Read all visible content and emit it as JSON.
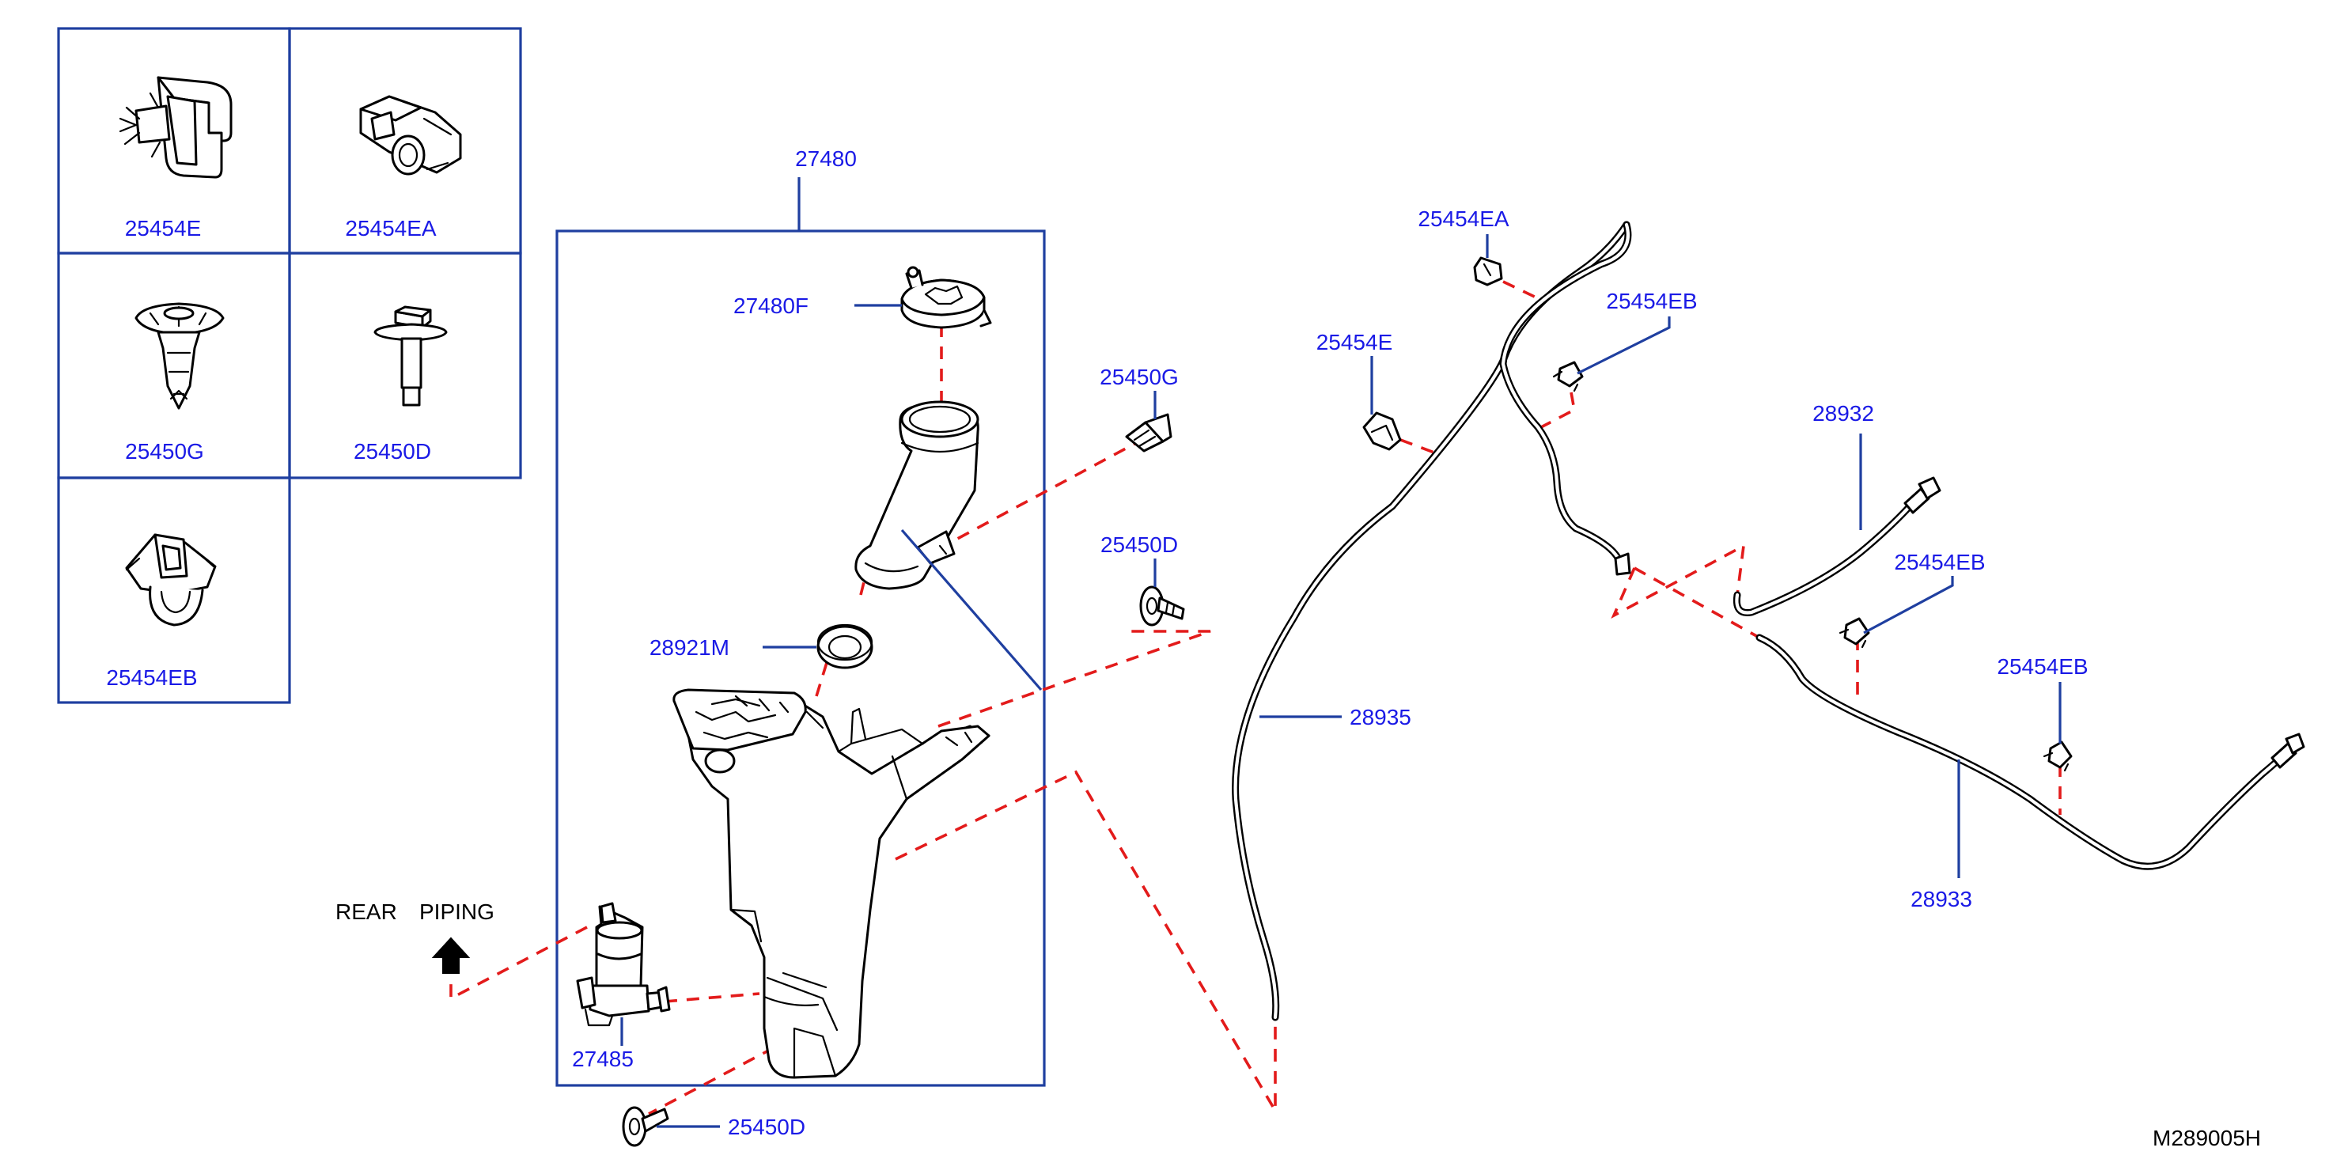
{
  "diagram_code": "M289005H",
  "colors": {
    "label": "#1a1ae6",
    "frame": "#1f3fa0",
    "dashed_leader": "#e31b1b",
    "part_line": "#000000"
  },
  "inset_parts": [
    {
      "id": "inset-25454E",
      "part_number": "25454E"
    },
    {
      "id": "inset-25454EA",
      "part_number": "25454EA"
    },
    {
      "id": "inset-25450G",
      "part_number": "25450G"
    },
    {
      "id": "inset-25450D",
      "part_number": "25450D"
    },
    {
      "id": "inset-25454EB",
      "part_number": "25454EB"
    }
  ],
  "assembly": {
    "part_number": "27480"
  },
  "tank_parts": {
    "cap": "27480F",
    "seal": "28921M",
    "pump": "27485",
    "clip_g": "25450G",
    "bolt_top": "25450D",
    "bolt_bottom": "25450D"
  },
  "rear_piping": {
    "word1": "REAR",
    "word2": "PIPING",
    "arrow_icon": "arrow-up-icon"
  },
  "hose_parts": {
    "clip_ea": "25454EA",
    "clip_eb_top": "25454EB",
    "clip_e": "25454E",
    "hose_28935": "28935",
    "hose_28932": "28932",
    "clip_eb_mid": "25454EB",
    "clip_eb_right": "25454EB",
    "hose_28933": "28933"
  }
}
